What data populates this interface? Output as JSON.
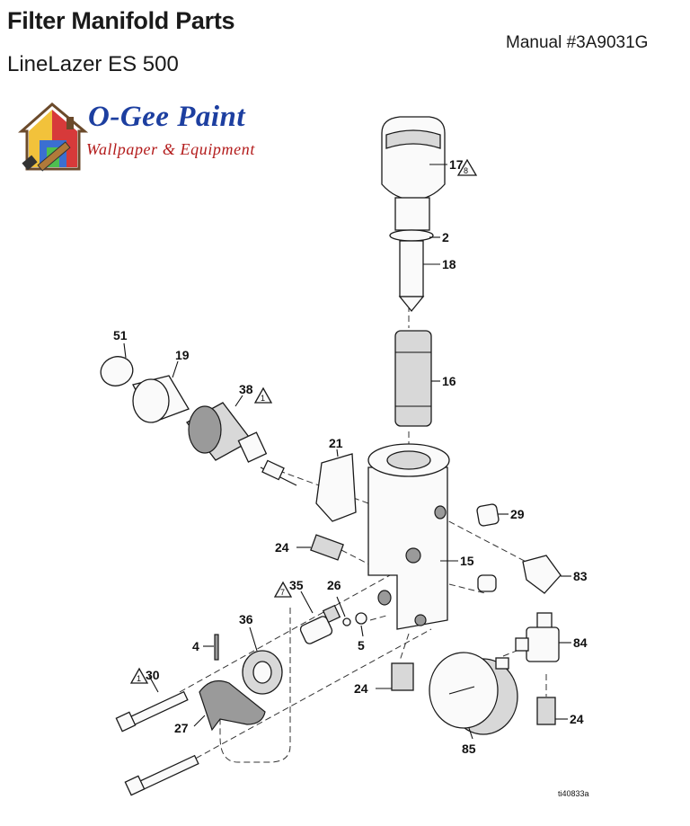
{
  "header": {
    "title": "Filter Manifold Parts",
    "subtitle": "LineLazer ES 500",
    "manual": "Manual #3A9031G"
  },
  "logo": {
    "name": "O-Gee Paint",
    "tagline": "Wallpaper & Equipment"
  },
  "diagram": {
    "labels": {
      "p17": "17",
      "p2": "2",
      "p18": "18",
      "p16": "16",
      "p51": "51",
      "p19": "19",
      "p38": "38",
      "p21": "21",
      "p29": "29",
      "p24a": "24",
      "p15": "15",
      "p83": "83",
      "p35": "35",
      "p26": "26",
      "p36": "36",
      "p4": "4",
      "p5": "5",
      "p84": "84",
      "p30": "30",
      "p24b": "24",
      "p27": "27",
      "p24c": "24",
      "p85": "85"
    },
    "warning_marks": {
      "w17": "8",
      "w38": "1",
      "w35": "7",
      "w30": "1"
    },
    "figure_id": "ti40833a"
  }
}
